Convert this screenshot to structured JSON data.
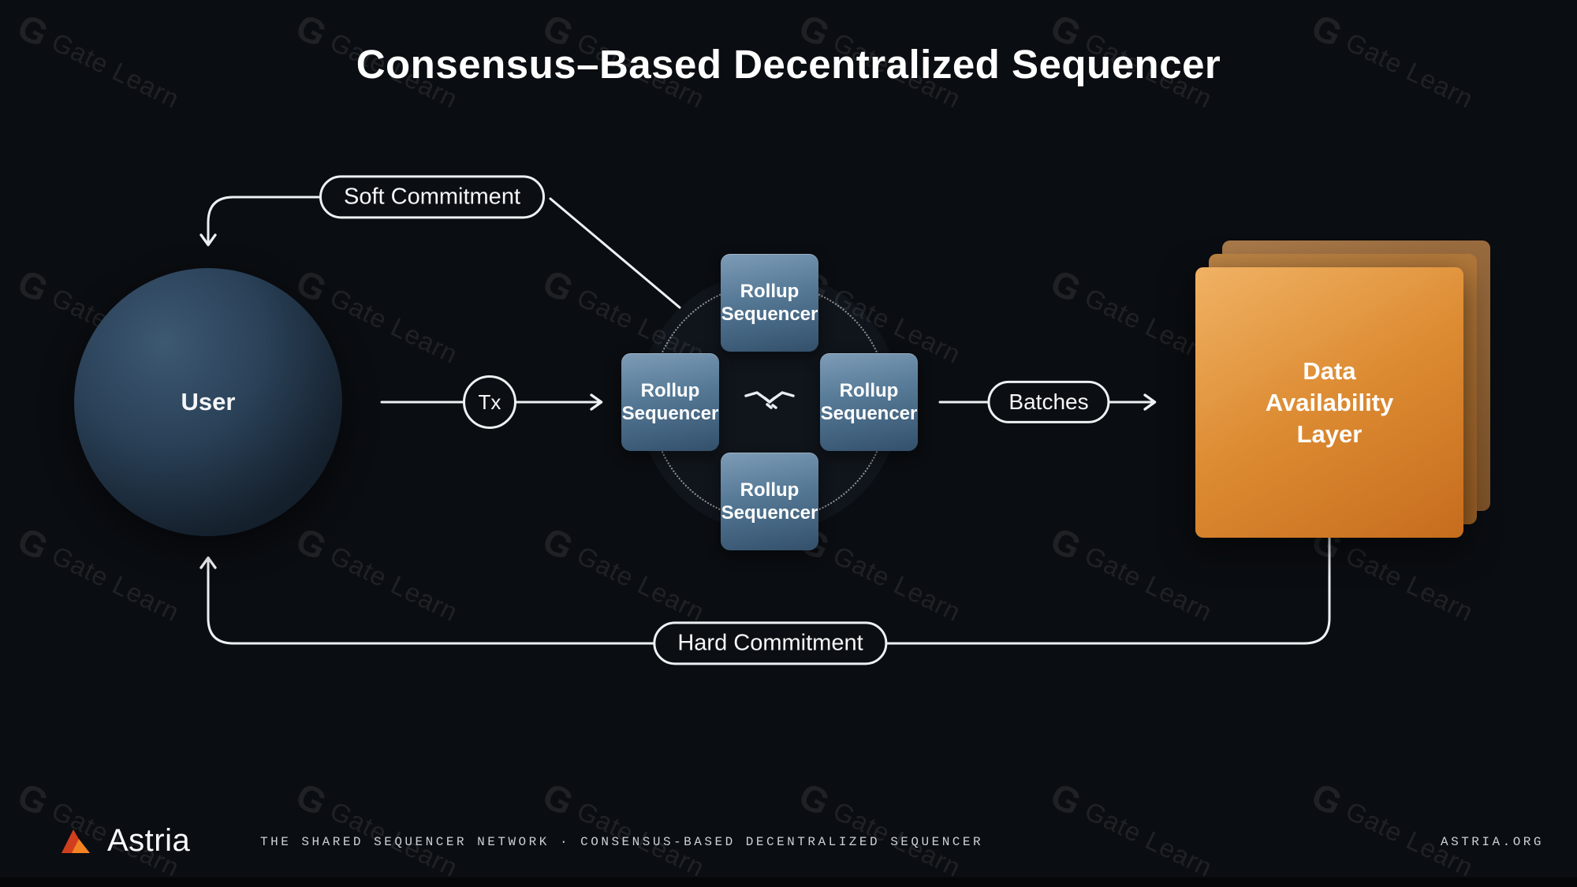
{
  "title": "Consensus–Based Decentralized Sequencer",
  "watermark": {
    "text": "Gate Learn",
    "logo_glyph": "G"
  },
  "diagram": {
    "user": {
      "label": "User"
    },
    "tx": {
      "label": "Tx"
    },
    "soft_commitment": {
      "label": "Soft Commitment"
    },
    "hard_commitment": {
      "label": "Hard Commitment"
    },
    "batches": {
      "label": "Batches"
    },
    "rollup": {
      "line1": "Rollup",
      "line2": "Sequencer"
    },
    "center_icon": "handshake-icon",
    "data_availability": {
      "line1": "Data",
      "line2": "Availability",
      "line3": "Layer"
    }
  },
  "footer": {
    "brand": "Astria",
    "tagline": "THE SHARED SEQUENCER NETWORK · CONSENSUS-BASED DECENTRALIZED SEQUENCER",
    "site": "ASTRIA.ORG"
  },
  "colors": {
    "background": "#0a0d11",
    "sequencer_blue": "#567a97",
    "data_layer_orange": "#dd8c33",
    "line_white": "#eef1f3"
  }
}
